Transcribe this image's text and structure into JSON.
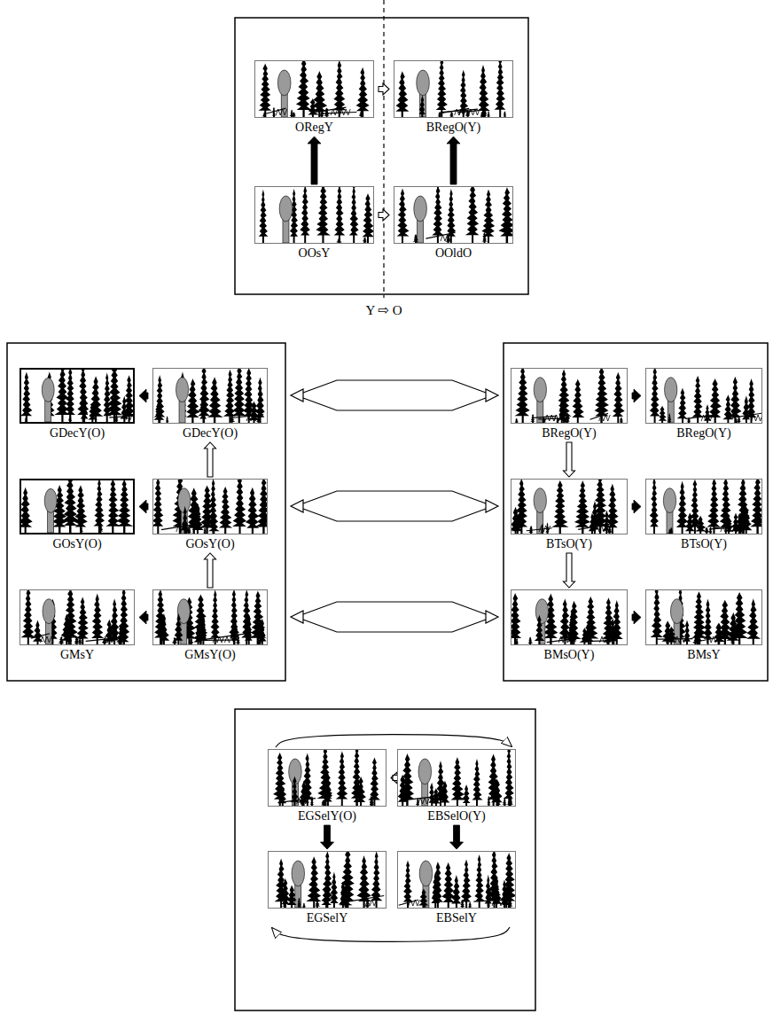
{
  "diagram": {
    "nodes": [
      {
        "text": [
          "ORegY"
        ]
      },
      {
        "text": [
          "BRegO(Y)"
        ]
      },
      {
        "text": [
          "OOsY"
        ]
      },
      {
        "text": [
          "OOldO"
        ]
      },
      {
        "text": [
          "GDecY(O)"
        ]
      },
      {
        "text": [
          "GDecY(O)"
        ]
      },
      {
        "text": [
          "GOsY(O)"
        ]
      },
      {
        "text": [
          "GOsY(O)"
        ]
      },
      {
        "text": [
          "GMsY"
        ]
      },
      {
        "text": [
          "GMsY(O)"
        ]
      },
      {
        "text": [
          "BRegO(Y)"
        ]
      },
      {
        "text": [
          "BRegO(Y)"
        ]
      },
      {
        "text": [
          "BTsO(Y)"
        ]
      },
      {
        "text": [
          "BTsO(Y)"
        ]
      },
      {
        "text": [
          "BMsO(Y)"
        ]
      },
      {
        "text": [
          "BMsY"
        ]
      },
      {
        "text": [
          "EGSelY(O)"
        ]
      },
      {
        "text": [
          "EBSelO(Y)"
        ]
      },
      {
        "text": [
          "EGSelY"
        ]
      },
      {
        "text": [
          "EBSelY"
        ]
      }
    ],
    "edges": [
      {
        "from": 2,
        "to": 0,
        "arrow": "to"
      },
      {
        "from": 0,
        "to": 1,
        "arrow": "to"
      },
      {
        "from": 2,
        "to": 3,
        "arrow": "to"
      },
      {
        "from": 3,
        "to": 1,
        "arrow": "to"
      },
      {
        "from": 5,
        "to": 4,
        "arrow": "to"
      },
      {
        "from": 7,
        "to": 5,
        "arrow": "to"
      },
      {
        "from": 7,
        "to": 6,
        "arrow": "to"
      },
      {
        "from": 9,
        "to": 7,
        "arrow": "to"
      },
      {
        "from": 9,
        "to": 8,
        "arrow": "to"
      },
      {
        "from": 10,
        "to": 11,
        "arrow": "to"
      },
      {
        "from": 10,
        "to": 12,
        "arrow": "to"
      },
      {
        "from": 12,
        "to": 13,
        "arrow": "to"
      },
      {
        "from": 12,
        "to": 14,
        "arrow": "to"
      },
      {
        "from": 14,
        "to": 15,
        "arrow": "to"
      },
      {
        "from": 17,
        "to": 16,
        "arrow": "to"
      },
      {
        "from": 16,
        "to": 18,
        "arrow": "to"
      },
      {
        "from": 17,
        "to": 19,
        "arrow": "to"
      },
      {
        "from": 16,
        "to": 17,
        "arrow": "to"
      },
      {
        "from": 19,
        "to": 18,
        "arrow": "to"
      }
    ],
    "labels": [
      "Y ⇨ O"
    ]
  }
}
